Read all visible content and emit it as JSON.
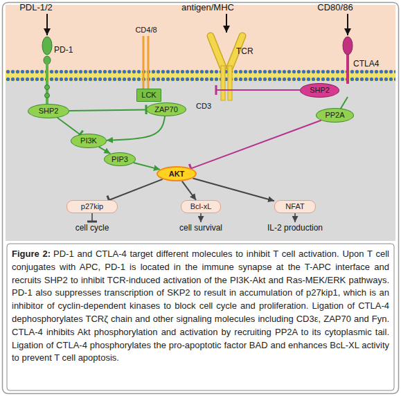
{
  "diagram": {
    "title": "Figure 2:",
    "caption": "PD-1 and CTLA-4 target different molecules to inhibit T cell activation. Upon T cell conjugates with APC, PD-1 is located in the immune synapse at the T-APC interface and recruits SHP2 to inhibit TCR-induced activation of the PI3K-Akt and Ras-MEK/ERK pathways. PD-1 also suppresses transcription of SKP2 to result in accumulation of p27kip1, which is an inhibitor of cyclin-dependent kinases to block cell cycle and proliferation. Ligation of CTLA-4 dephosphorylates TCRζ chain and other signaling molecules including CD3ε, ZAP70 and Fyn. CTLA-4 inhibits Akt phosphorylation and activation by recruiting PP2A to its cytoplasmic tail. Ligation of CTLA-4 phosphorylates the pro-apoptotic factor BAD and enhances BcL-XL activity to prevent T cell apoptosis.",
    "nodes": [
      {
        "text": [
          "SHP2"
        ]
      },
      {
        "text": [
          "LCK"
        ]
      },
      {
        "text": [
          "ZAP70"
        ]
      },
      {
        "text": [
          "SHP2"
        ]
      },
      {
        "text": [
          "PP2A"
        ]
      },
      {
        "text": [
          "PI3K"
        ]
      },
      {
        "text": [
          "PIP3"
        ]
      },
      {
        "text": [
          "AKT"
        ]
      },
      {
        "text": [
          "p27kip"
        ]
      },
      {
        "text": [
          "Bcl-xL"
        ]
      },
      {
        "text": [
          "NFAT"
        ]
      }
    ],
    "edges": [
      {
        "from": 0,
        "to": 2,
        "arrow": "to"
      },
      {
        "from": 0,
        "to": 5,
        "arrow": "to"
      },
      {
        "from": 2,
        "to": 5,
        "arrow": "to"
      },
      {
        "from": 5,
        "to": 6,
        "arrow": "to"
      },
      {
        "from": 6,
        "to": 7,
        "arrow": "to"
      },
      {
        "from": 4,
        "to": 7,
        "arrow": "to"
      },
      {
        "from": 7,
        "to": 8,
        "arrow": "to"
      },
      {
        "from": 7,
        "to": 9,
        "arrow": "to"
      },
      {
        "from": 7,
        "to": 10,
        "arrow": "to"
      }
    ],
    "labels": [
      "PDL-1/2",
      "antigen/MHC",
      "CD80/86",
      "CD4/8",
      "PD-1",
      "TCR",
      "CTLA4",
      "CD3",
      "cell cycle",
      "cell survival",
      "IL-2 production"
    ]
  }
}
